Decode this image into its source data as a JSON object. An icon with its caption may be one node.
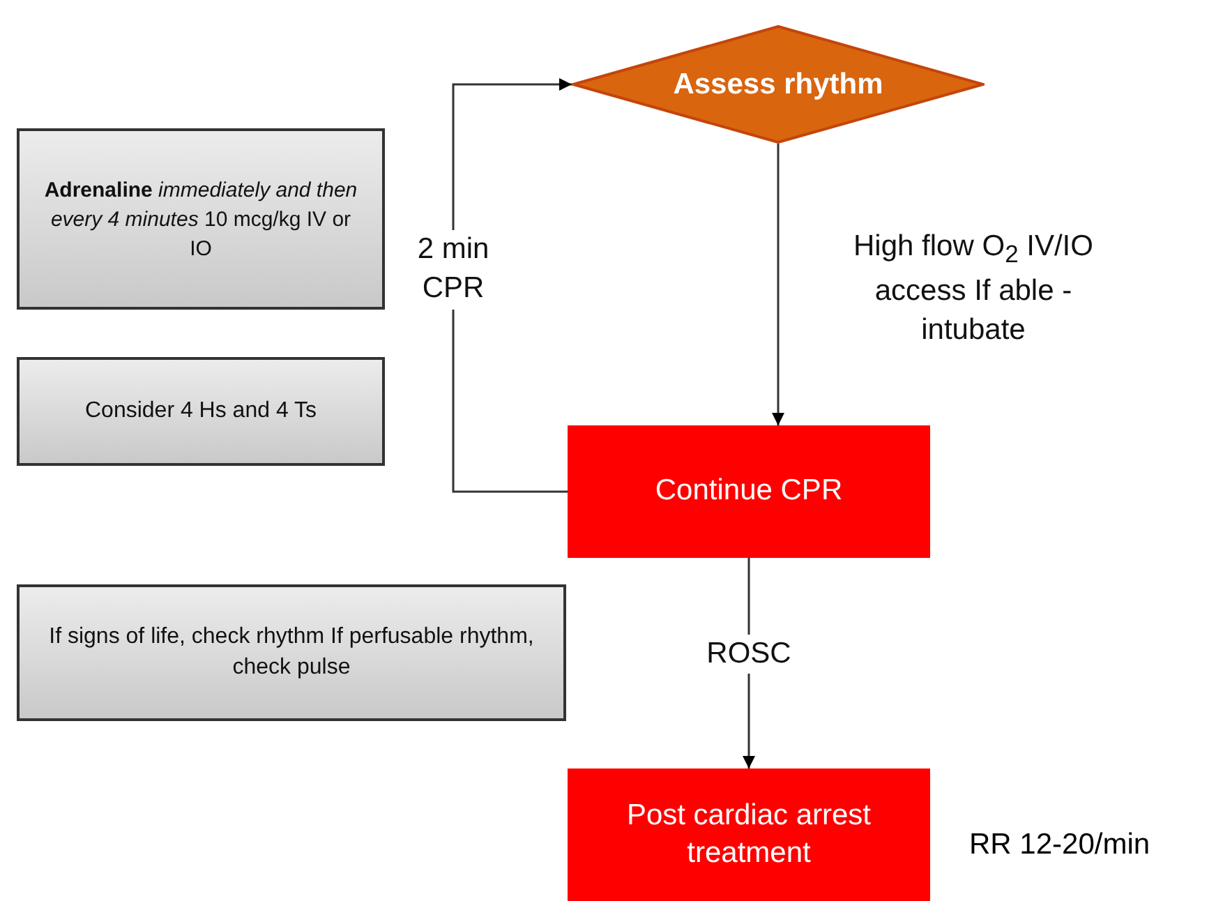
{
  "diagram": {
    "nodes": [
      {
        "text": [
          "Assess rhythm"
        ]
      },
      {
        "text": [
          "Continue CPR"
        ]
      },
      {
        "text": [
          "Post cardiac arrest treatment"
        ],
        "beside": [
          "RR 12-20/min"
        ]
      },
      {
        "text": [
          "**Adrenaline** *immediately and then every 4 minutes* 10 mcg/kg IV or IO"
        ]
      },
      {
        "text": [
          "Consider 4 Hs and 4 Ts"
        ]
      },
      {
        "text": [
          "If signs of life, check rhythm If perfusable rhythm, check pulse"
        ]
      }
    ],
    "edges": [
      {
        "from": 0,
        "to": 1,
        "arrow": "to",
        "label": "High flow O$_{2}$ IV/IO access If able - intubate"
      },
      {
        "from": 1,
        "to": 0,
        "arrow": "to",
        "label": "2 min CPR"
      },
      {
        "from": 1,
        "to": 2,
        "arrow": "to",
        "label": "ROSC"
      }
    ]
  }
}
